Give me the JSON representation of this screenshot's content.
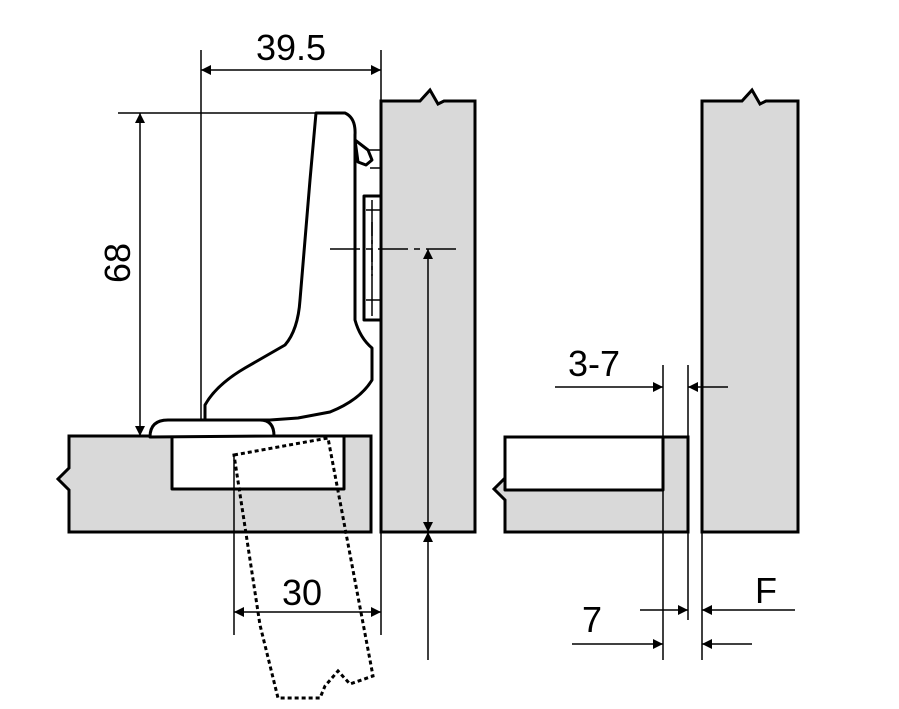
{
  "dimensions": {
    "width_top": "39.5",
    "height_left": "68",
    "boring_distance": "30",
    "gap_range": "3-7",
    "panel_offset": "7",
    "overlay": "F"
  }
}
